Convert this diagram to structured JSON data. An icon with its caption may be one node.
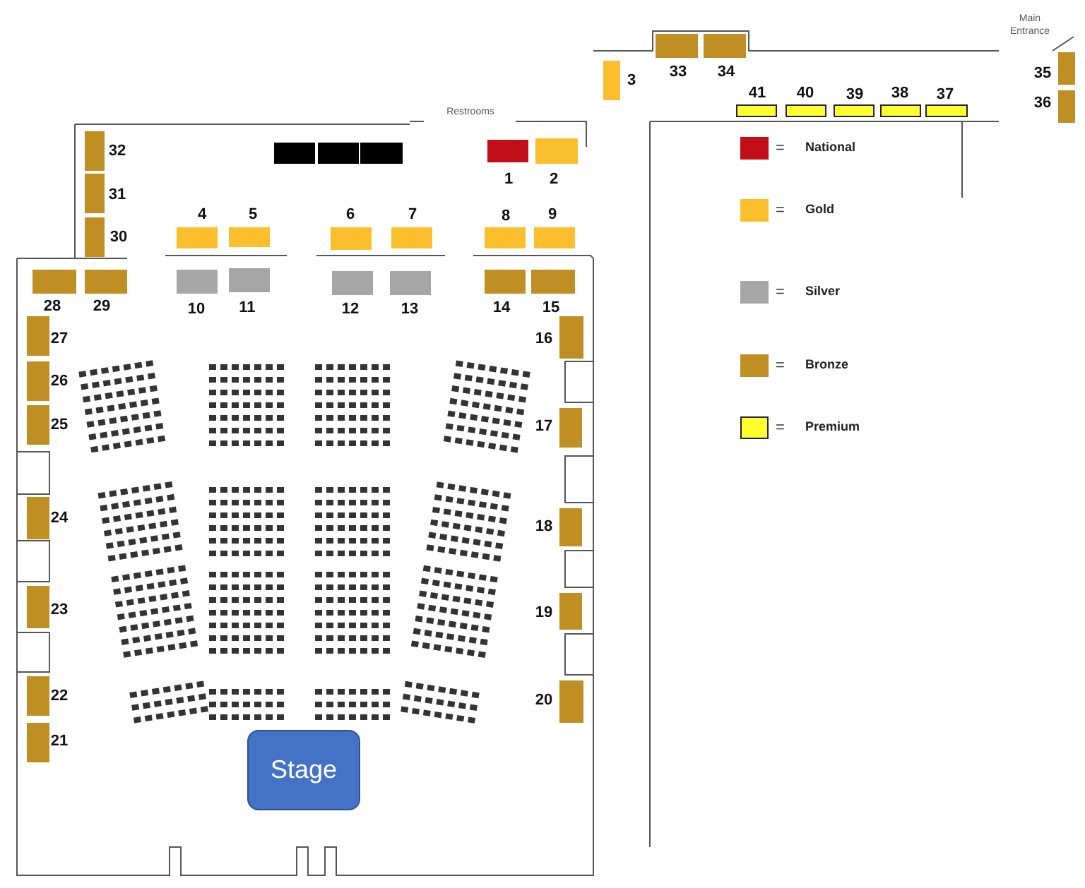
{
  "diagram": {
    "nodes": [
      {
        "text": [
          "3"
        ]
      },
      {
        "text": [
          "33"
        ]
      },
      {
        "text": [
          "34"
        ]
      },
      {
        "text": [
          "35"
        ]
      },
      {
        "text": [
          "36"
        ]
      },
      {
        "text": [
          "41"
        ]
      },
      {
        "text": [
          "40"
        ]
      },
      {
        "text": [
          "39"
        ]
      },
      {
        "text": [
          "38"
        ]
      },
      {
        "text": [
          "37"
        ]
      },
      {
        "text": [],
        "shape": "box"
      },
      {
        "text": [],
        "shape": "box"
      },
      {
        "text": [],
        "shape": "box"
      },
      {
        "text": [
          "1"
        ]
      },
      {
        "text": [
          "2"
        ]
      },
      {
        "text": [
          "32"
        ]
      },
      {
        "text": [
          "31"
        ]
      },
      {
        "text": [
          "30"
        ]
      },
      {
        "text": [
          "4"
        ]
      },
      {
        "text": [
          "5"
        ]
      },
      {
        "text": [
          "6"
        ]
      },
      {
        "text": [
          "7"
        ]
      },
      {
        "text": [
          "8"
        ]
      },
      {
        "text": [
          "9"
        ]
      },
      {
        "text": [
          "28"
        ]
      },
      {
        "text": [
          "29"
        ]
      },
      {
        "text": [
          "10"
        ]
      },
      {
        "text": [
          "11"
        ]
      },
      {
        "text": [
          "12"
        ]
      },
      {
        "text": [
          "13"
        ]
      },
      {
        "text": [
          "14"
        ]
      },
      {
        "text": [
          "15"
        ]
      },
      {
        "text": [
          "27"
        ]
      },
      {
        "text": [
          "16"
        ]
      },
      {
        "text": [
          "26"
        ]
      },
      {
        "text": [
          "25"
        ]
      },
      {
        "text": [
          "17"
        ]
      },
      {
        "text": [
          "24"
        ]
      },
      {
        "text": [
          "18"
        ]
      },
      {
        "text": [
          "23"
        ]
      },
      {
        "text": [
          "19"
        ]
      },
      {
        "text": [
          "22"
        ]
      },
      {
        "text": [
          "20"
        ]
      },
      {
        "text": [
          "21"
        ]
      },
      {
        "text": [
          "Stage"
        ]
      }
    ],
    "edges": [],
    "labels": [
      "Restrooms",
      "Main Entrance",
      "=",
      "=",
      "=",
      "=",
      "="
    ],
    "legend": [
      {
        "text": "National",
        "color": "#c00d17"
      },
      {
        "text": "Gold",
        "color": "#fbbf2d"
      },
      {
        "text": "Silver",
        "color": "#a6a6a6"
      },
      {
        "text": "Bronze",
        "color": "#bf8f23"
      },
      {
        "text": "Premium",
        "color": "#ffff2e"
      }
    ]
  }
}
